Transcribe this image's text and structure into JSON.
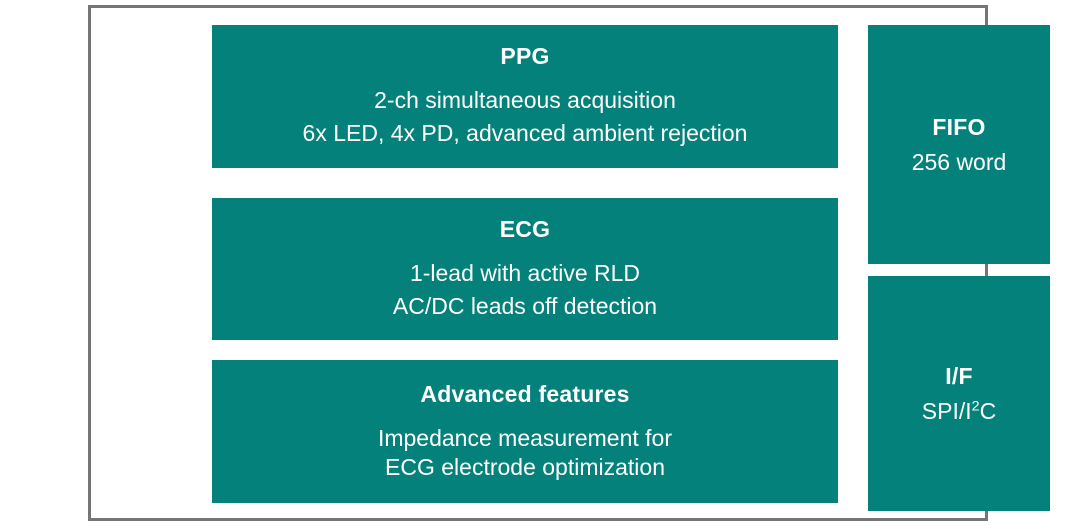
{
  "diagram": {
    "frame": {
      "border_color": "#757575",
      "background": "#ffffff"
    },
    "block_color": "#04817A",
    "text_color": "#ffffff",
    "left_column": [
      {
        "name": "ppg",
        "title": "PPG",
        "lines": [
          "2-ch simultaneous acquisition",
          "6x LED, 4x PD, advanced ambient rejection"
        ]
      },
      {
        "name": "ecg",
        "title": "ECG",
        "lines": [
          "1-lead with active RLD",
          "AC/DC leads off detection"
        ]
      },
      {
        "name": "advanced-features",
        "title": "Advanced features",
        "lines": [
          "Impedance measurement for",
          "ECG electrode optimization"
        ]
      }
    ],
    "right_column": [
      {
        "name": "fifo",
        "title": "FIFO",
        "lines": [
          "256 word"
        ]
      },
      {
        "name": "interface",
        "title": "I/F",
        "lines": [
          "SPI/I2C"
        ],
        "line_parts": {
          "before": "SPI/I",
          "superscript": "2",
          "after": "C"
        }
      }
    ]
  }
}
